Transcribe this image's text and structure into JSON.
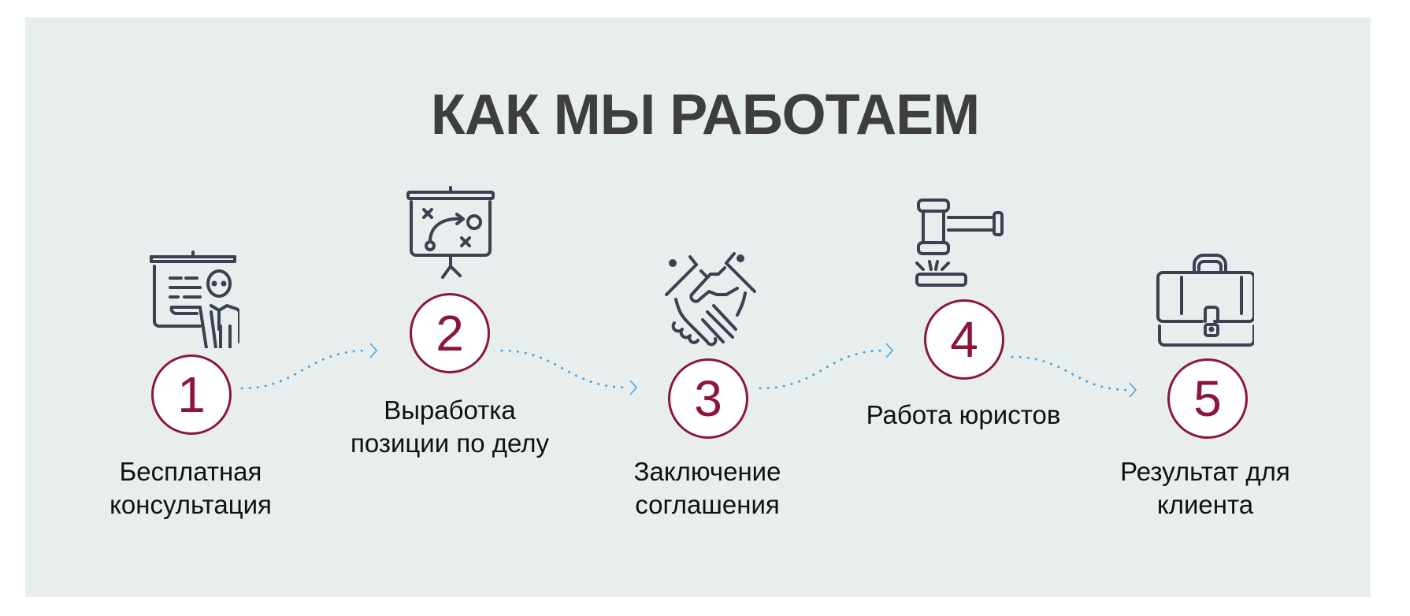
{
  "title": "КАК МЫ РАБОТАЕМ",
  "colors": {
    "background": "#e8eeee",
    "accent": "#8c1538",
    "icon": "#3b4150",
    "connector": "#4aa3e0",
    "text": "#111111",
    "title": "#3e3e3e"
  },
  "steps": [
    {
      "number": "1",
      "icon": "presenter-board-icon",
      "label_lines": [
        "Бесплатная",
        "консультация"
      ]
    },
    {
      "number": "2",
      "icon": "strategy-board-icon",
      "label_lines": [
        "Выработка",
        "позиции по делу"
      ]
    },
    {
      "number": "3",
      "icon": "handshake-icon",
      "label_lines": [
        "Заключение",
        "соглашения"
      ]
    },
    {
      "number": "4",
      "icon": "gavel-icon",
      "label_lines": [
        "Работа юристов"
      ]
    },
    {
      "number": "5",
      "icon": "briefcase-icon",
      "label_lines": [
        "Результат для",
        "клиента"
      ]
    }
  ]
}
